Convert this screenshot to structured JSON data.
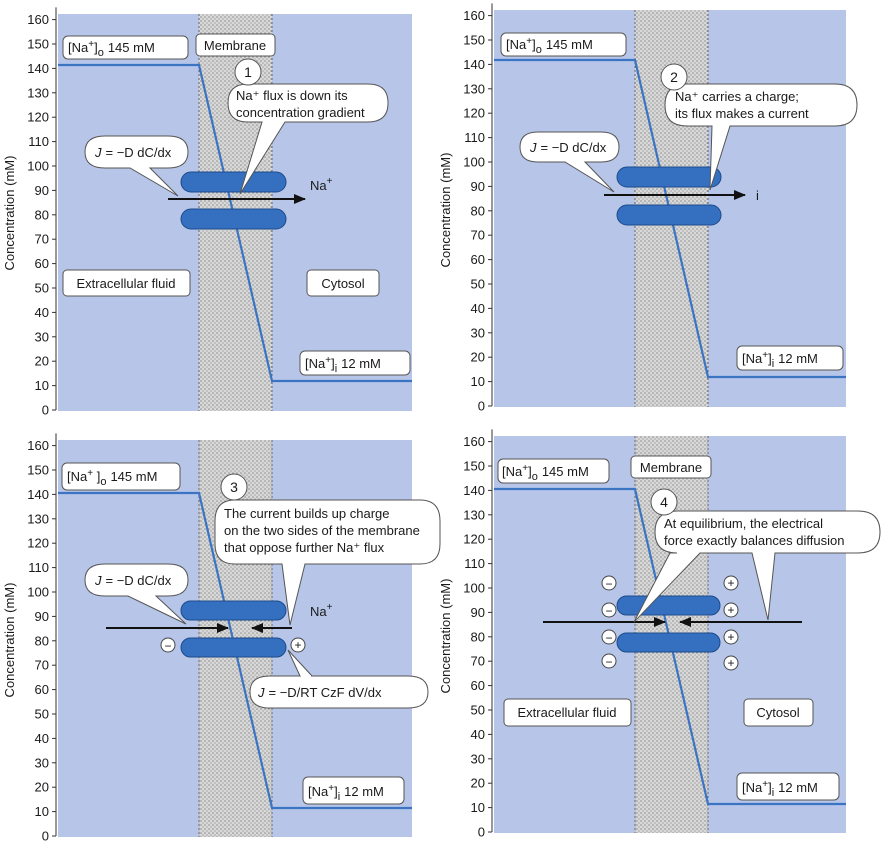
{
  "axis": {
    "ylabel": "Concentration (mM)",
    "ticks": [
      "0",
      "10",
      "20",
      "30",
      "40",
      "50",
      "60",
      "70",
      "80",
      "90",
      "100",
      "110",
      "120",
      "130",
      "140",
      "150",
      "160"
    ]
  },
  "colors": {
    "background": "#b7c6e8",
    "line": "#3b74c2",
    "channel": "#3570c0",
    "membrane": "#cfcfcf"
  },
  "labels": {
    "na_out_main": "[Na",
    "na_out_sup": "+",
    "na_out_sub": "o",
    "na_out_val": "145 mM",
    "na_in_main": "[Na",
    "na_in_sup": "+",
    "na_in_sub": "i",
    "na_in_val": "12 mM",
    "membrane": "Membrane",
    "extracellular": "Extracellular fluid",
    "cytosol": "Cytosol",
    "na_ion": "Na",
    "na_ion_sup": "+",
    "current": "i",
    "fick_j": "J",
    "fick_eq": "= −D dC/dx",
    "electro_j": "J",
    "electro_eq": "= −D/RT  CzF dV/dx"
  },
  "panels": [
    {
      "number": "1",
      "callout": [
        "Na⁺  flux is down its",
        "concentration gradient"
      ],
      "profile": {
        "outside_mM": 145,
        "inside_mM": 12
      }
    },
    {
      "number": "2",
      "callout": [
        "Na⁺ carries a charge;",
        "its flux makes a current"
      ],
      "profile": {
        "outside_mM": 145,
        "inside_mM": 12
      }
    },
    {
      "number": "3",
      "callout": [
        "The current builds up charge",
        "on the two sides of the membrane",
        "that oppose further Na⁺ flux"
      ],
      "profile": {
        "outside_mM": 145,
        "inside_mM": 12
      }
    },
    {
      "number": "4",
      "callout": [
        "At equilibrium, the electrical",
        "force exactly balances diffusion"
      ],
      "profile": {
        "outside_mM": 145,
        "inside_mM": 12
      }
    }
  ],
  "charges": {
    "minus": "−",
    "plus": "+"
  }
}
